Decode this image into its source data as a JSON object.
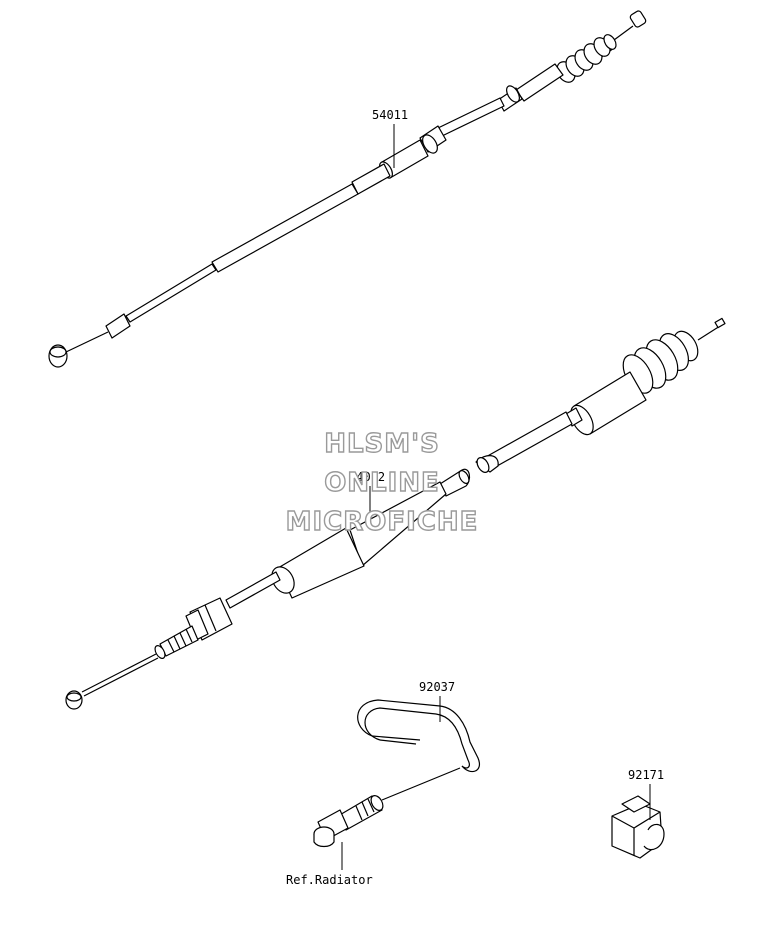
{
  "parts": {
    "clutch_cable_upper": {
      "number": "54011"
    },
    "clutch_cable_lower": {
      "number": "54012"
    },
    "clamp_wire": {
      "number": "92037"
    },
    "clamp_clip": {
      "number": "92171"
    },
    "bolt_reference": {
      "text": "Ref.Radiator"
    }
  },
  "watermark": {
    "line1": "HLSM'S",
    "line2": "ONLINE",
    "line3": "MICROFICHE"
  },
  "colors": {
    "line": "#000000",
    "background": "#ffffff",
    "watermark_outline": "#9a9a9a"
  }
}
